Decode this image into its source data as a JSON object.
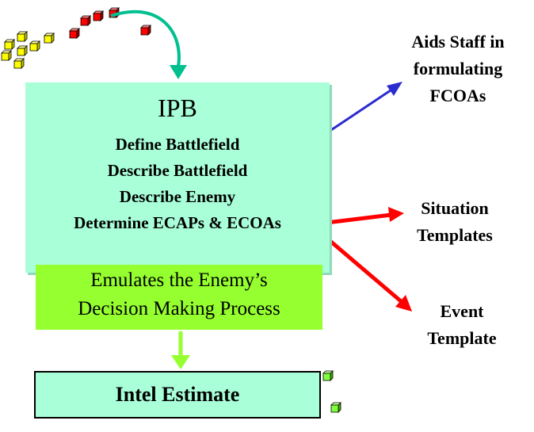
{
  "ipb": {
    "title": "IPB",
    "steps": [
      "Define Battlefield",
      "Describe Battlefield",
      "Describe Enemy",
      "Determine  ECAPs & ECOAs"
    ]
  },
  "emulate": {
    "line1": "Emulates the Enemy’s",
    "line2": "Decision Making Process"
  },
  "intel_estimate": "Intel Estimate",
  "outputs": {
    "aids_staff": [
      "Aids Staff in",
      "formulating",
      "FCOAs"
    ],
    "situation": [
      "Situation",
      "Templates"
    ],
    "event": [
      "Event",
      "Template"
    ]
  },
  "colors": {
    "ipb_box": "#a8ffd8",
    "emulate_box": "#96ff2f",
    "blue_arrow": "#2b2bd0",
    "red_arrow": "#ff0000",
    "teal_arrow": "#00c090",
    "down_arrow": "#96ff2f",
    "cube_yellow": "#ffff00",
    "cube_red": "#ff0000",
    "cube_green": "#80ff40"
  }
}
